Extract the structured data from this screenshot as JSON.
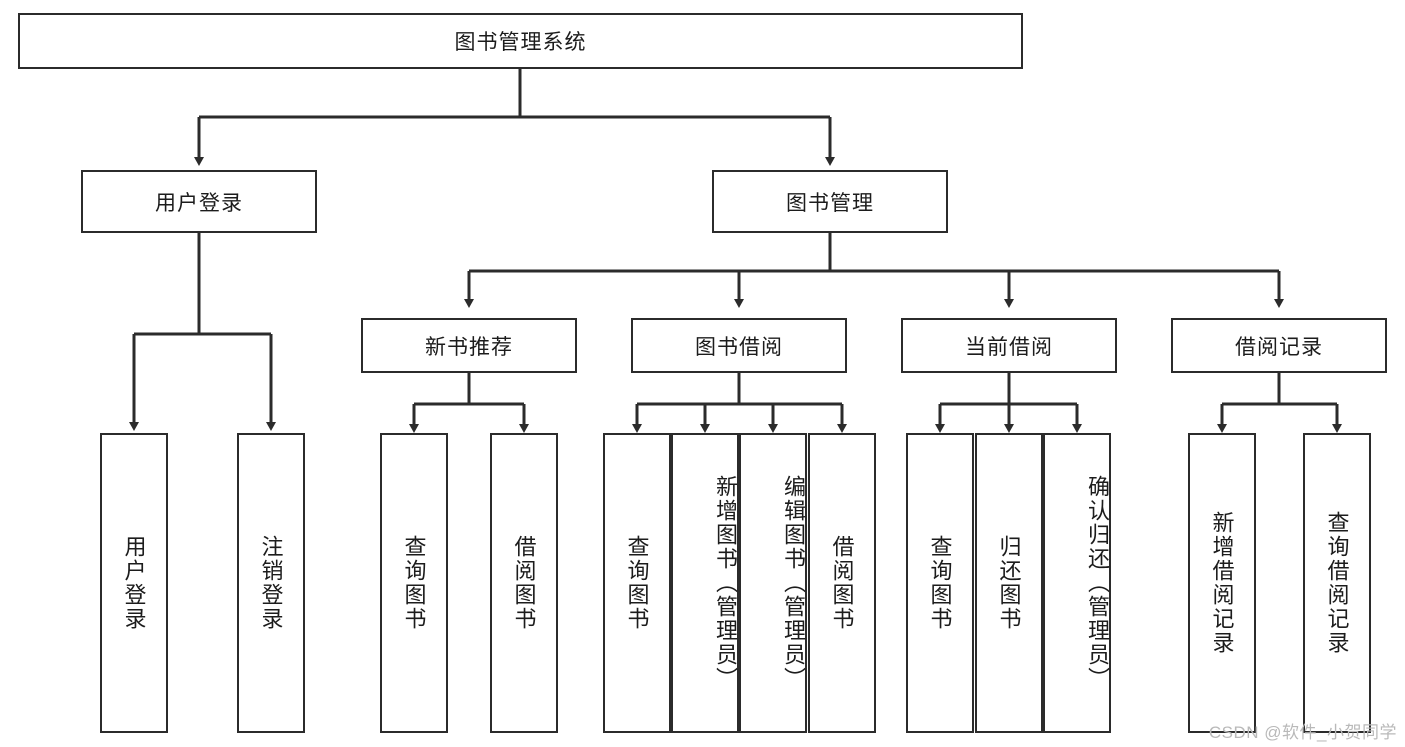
{
  "diagram": {
    "title": "图书管理系统",
    "type": "hierarchy-tree",
    "root": {
      "label": "图书管理系统"
    },
    "level2": [
      {
        "label": "用户登录"
      },
      {
        "label": "图书管理"
      }
    ],
    "level3": [
      {
        "label": "新书推荐"
      },
      {
        "label": "图书借阅"
      },
      {
        "label": "当前借阅"
      },
      {
        "label": "借阅记录"
      }
    ],
    "leaves": {
      "user_login": [
        {
          "label": "用户登录"
        },
        {
          "label": "注销登录"
        }
      ],
      "new_book_recommend": [
        {
          "label": "查询图书"
        },
        {
          "label": "借阅图书"
        }
      ],
      "book_borrow": [
        {
          "label": "查询图书"
        },
        {
          "label": "新增图书（管理员）"
        },
        {
          "label": "编辑图书（管理员）"
        },
        {
          "label": "借阅图书"
        }
      ],
      "current_borrow": [
        {
          "label": "查询图书"
        },
        {
          "label": "归还图书"
        },
        {
          "label": "确认归还（管理员）"
        }
      ],
      "borrow_record": [
        {
          "label": "新增借阅记录"
        },
        {
          "label": "查询借阅记录"
        }
      ]
    },
    "watermark": "CSDN @软件_小贺同学",
    "colors": {
      "stroke": "#2b2b2b",
      "background": "#ffffff",
      "text": "#1c1c1c",
      "watermark": "#b9b9b9"
    }
  }
}
